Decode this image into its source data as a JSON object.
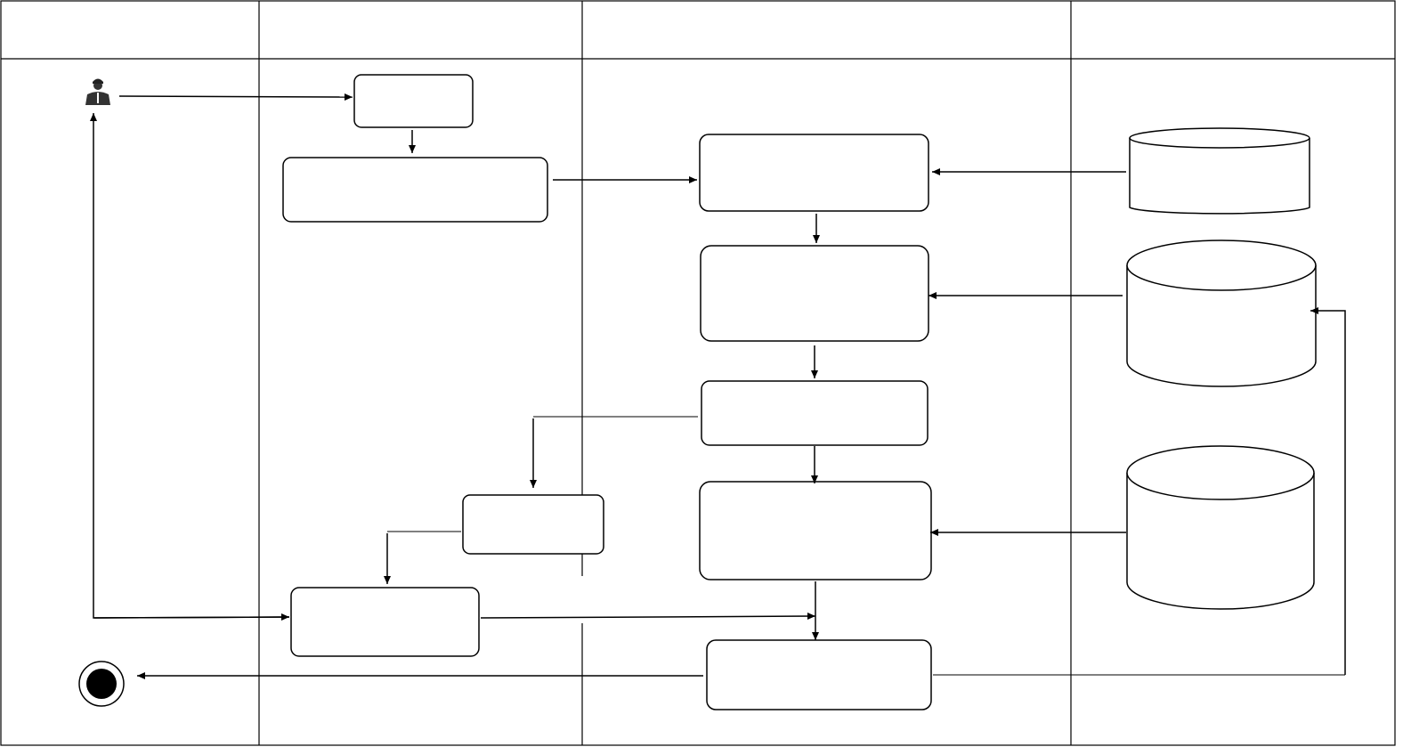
{
  "diagram": {
    "type": "swimlane-activity-diagram",
    "lanes": [
      {
        "id": "lane-1",
        "label": ""
      },
      {
        "id": "lane-2",
        "label": ""
      },
      {
        "id": "lane-3",
        "label": ""
      },
      {
        "id": "lane-4",
        "label": ""
      }
    ],
    "nodes": [
      {
        "id": "actor",
        "kind": "user-icon"
      },
      {
        "id": "box-a",
        "kind": "activity",
        "label": ""
      },
      {
        "id": "box-b",
        "kind": "activity",
        "label": ""
      },
      {
        "id": "box-c",
        "kind": "activity",
        "label": ""
      },
      {
        "id": "box-d",
        "kind": "activity",
        "label": ""
      },
      {
        "id": "box-e",
        "kind": "activity",
        "label": ""
      },
      {
        "id": "box-f",
        "kind": "activity",
        "label": ""
      },
      {
        "id": "box-g",
        "kind": "activity",
        "label": ""
      },
      {
        "id": "box-h",
        "kind": "activity",
        "label": ""
      },
      {
        "id": "box-i",
        "kind": "activity",
        "label": ""
      },
      {
        "id": "db-1",
        "kind": "datastore",
        "label": ""
      },
      {
        "id": "db-2",
        "kind": "datastore",
        "label": ""
      },
      {
        "id": "db-3",
        "kind": "datastore",
        "label": ""
      },
      {
        "id": "end",
        "kind": "final-node"
      }
    ],
    "edges": [
      {
        "from": "actor",
        "to": "box-a"
      },
      {
        "from": "box-a",
        "to": "box-b"
      },
      {
        "from": "box-b",
        "to": "box-c"
      },
      {
        "from": "db-1",
        "to": "box-c"
      },
      {
        "from": "box-c",
        "to": "box-d"
      },
      {
        "from": "db-2",
        "to": "box-d"
      },
      {
        "from": "box-d",
        "to": "box-e"
      },
      {
        "from": "box-e",
        "to": "box-g"
      },
      {
        "from": "box-e",
        "to": "box-f"
      },
      {
        "from": "db-3",
        "to": "box-f"
      },
      {
        "from": "box-g",
        "to": "box-h"
      },
      {
        "from": "box-h",
        "to": "actor"
      },
      {
        "from": "box-h",
        "to": "box-f-h-junction"
      },
      {
        "from": "box-f",
        "to": "box-i"
      },
      {
        "from": "box-i",
        "to": "end"
      },
      {
        "from": "box-i",
        "to": "db-2"
      }
    ]
  },
  "colors": {
    "stroke": "#000000",
    "background": "#ffffff",
    "user_icon": "#333333"
  }
}
